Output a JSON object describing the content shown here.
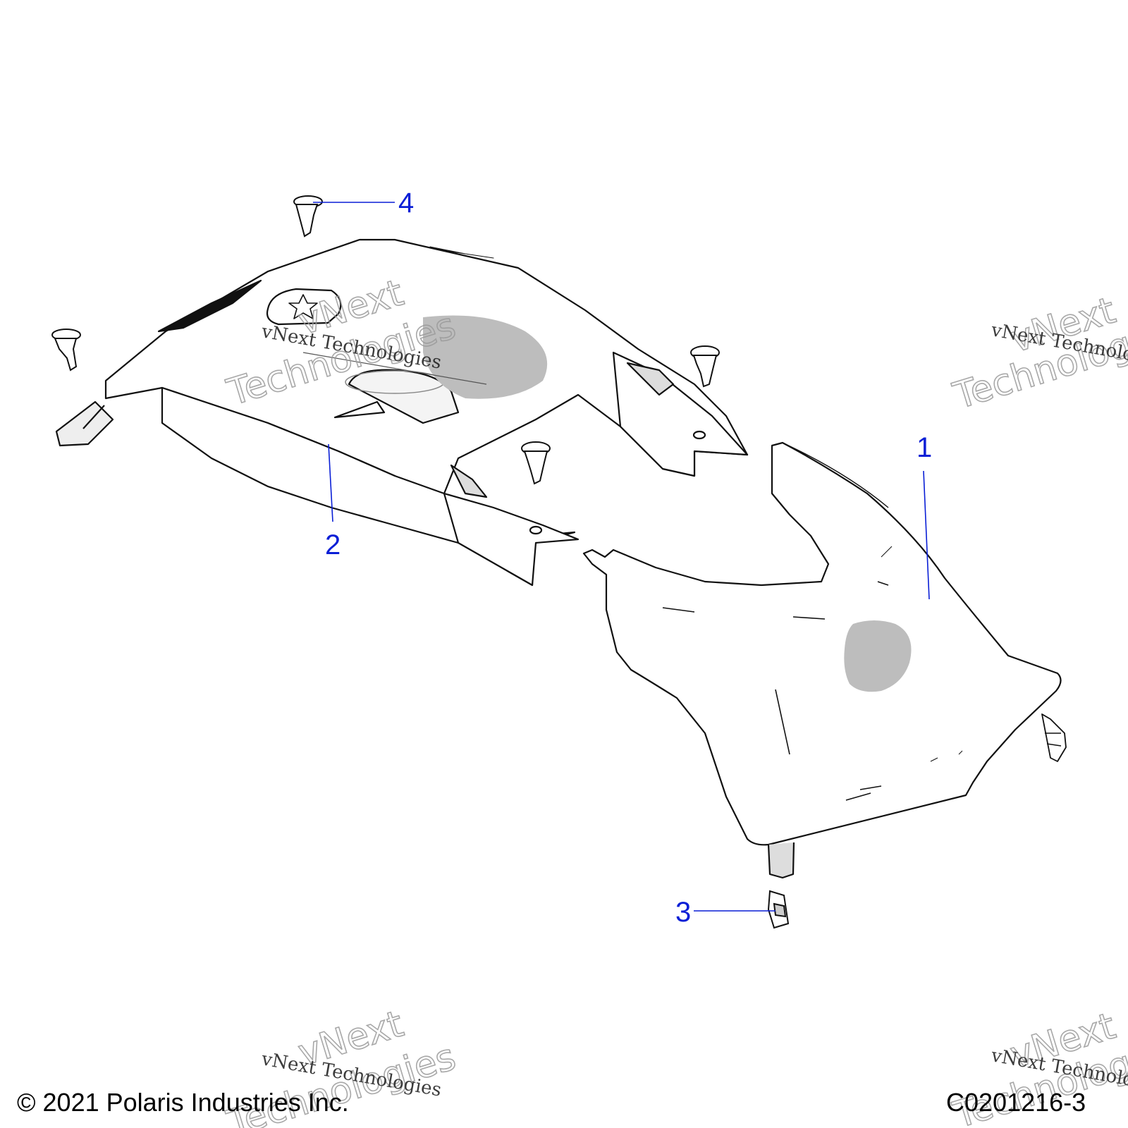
{
  "callouts": [
    {
      "id": "1",
      "label": "1"
    },
    {
      "id": "2",
      "label": "2"
    },
    {
      "id": "3",
      "label": "3"
    },
    {
      "id": "4",
      "label": "4"
    }
  ],
  "watermark": {
    "line": "vNext Technologies",
    "big_top": "vNext",
    "big_bottom": "Technologies"
  },
  "footer": {
    "copyright": "© 2021 Polaris Industries Inc.",
    "figure_id": "C0201216-3"
  },
  "colors": {
    "callout": "#0a1fd6",
    "line_art": "#111111",
    "shading": "#bdbdbd"
  }
}
